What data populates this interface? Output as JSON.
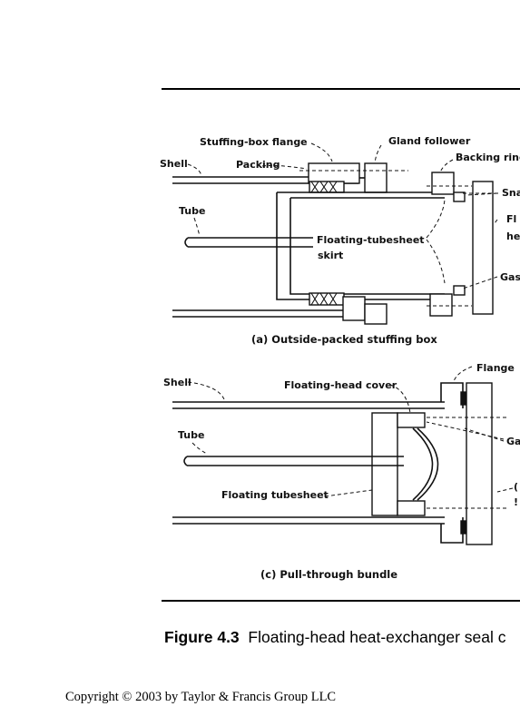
{
  "figure_a": {
    "labels": {
      "shell": "Shell",
      "stuffing_box_flange": "Stuffing-box flange",
      "gland_follower": "Gland follower",
      "packing": "Packing",
      "backing_ring": "Backing ring",
      "snap_ring": "Sna",
      "tube": "Tube",
      "floating_tubesheet_skirt_1": "Floating-tubesheet",
      "floating_tubesheet_skirt_2": "skirt",
      "floating_head_1": "Fl",
      "floating_head_2": "he",
      "gasket": "Gasl"
    },
    "caption": "(a) Outside-packed stuffing box"
  },
  "figure_c": {
    "labels": {
      "flange": "Flange",
      "shell": "Shell",
      "floating_head_cover": "Floating-head cover",
      "gasket": "Ga",
      "tube": "Tube",
      "floating_tubesheet": "Floating tubesheet",
      "cut_1": "(",
      "cut_2": "!"
    },
    "caption": "(c) Pull-through bundle"
  },
  "figure_caption": {
    "number": "Figure 4.3",
    "text": "Floating-head heat-exchanger seal c"
  },
  "copyright": "Copyright © 2003 by Taylor & Francis Group LLC"
}
